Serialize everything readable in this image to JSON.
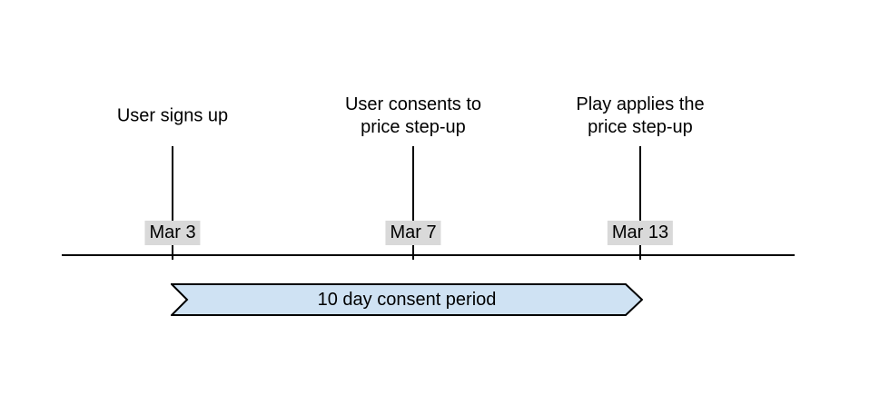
{
  "diagram": {
    "background": "#ffffff",
    "line_color": "#000000",
    "date_badge_bg": "#d9d9d9",
    "events": [
      {
        "title": "User signs up",
        "date": "Mar 3"
      },
      {
        "title": "User consents to\nprice step-up",
        "date": "Mar 7"
      },
      {
        "title": "Play applies the\nprice step-up",
        "date": "Mar 13"
      }
    ],
    "period_banner": {
      "label": "10 day consent period",
      "fill": "#cfe2f3",
      "border": "#000000"
    }
  }
}
